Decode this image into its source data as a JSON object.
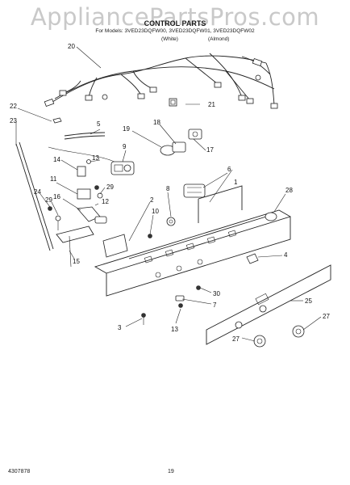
{
  "header": {
    "watermark": "AppliancePartsPros.com",
    "title": "CONTROL PARTS",
    "models": "For Models: 3VED23DQFW00, 3VED23DQFW01, 3VED23DQFW02",
    "color_left": "(White)",
    "color_right": "(Almond)"
  },
  "callouts": [
    "20",
    "21",
    "22",
    "23",
    "5",
    "19",
    "18",
    "17",
    "14",
    "13",
    "9",
    "29",
    "6",
    "11",
    "16",
    "12",
    "8",
    "28",
    "24",
    "29",
    "2",
    "10",
    "15",
    "4",
    "1",
    "30",
    "7",
    "25",
    "3",
    "13",
    "27",
    "27"
  ],
  "footer": {
    "doc_number": "4307878",
    "page_number": "19"
  }
}
